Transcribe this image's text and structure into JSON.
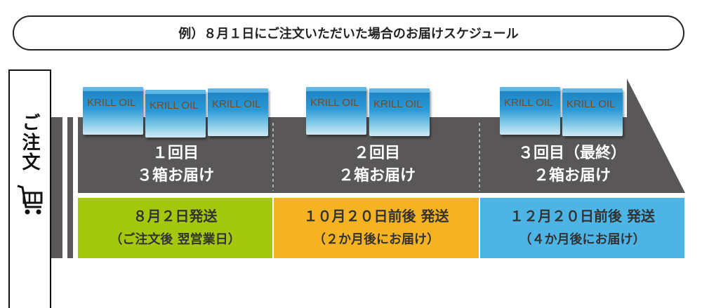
{
  "title": "例）８月１日にご注文いただいた場合のお届けスケジュール",
  "order": {
    "label": "ご注文",
    "icon": "cart-icon"
  },
  "product_logo": "KRILL OIL",
  "stages": [
    {
      "line1": "１回目",
      "line2": "３箱お届け",
      "boxes": 3
    },
    {
      "line1": "２回目",
      "line2": "２箱お届け",
      "boxes": 2
    },
    {
      "line1": "３回目（最終）",
      "line2": "２箱お届け",
      "boxes": 2
    }
  ],
  "shipping": [
    {
      "line1": "８月２日発送",
      "line2": "（ご注文後 翌営業日）",
      "color": "#a4c90c"
    },
    {
      "line1": "１０月２０日前後 発送",
      "line2": "（２か月後にお届け）",
      "color": "#f5b324"
    },
    {
      "line1": "１２月２０日前後 発送",
      "line2": "（４か月後にお届け）",
      "color": "#4db4e6"
    }
  ],
  "colors": {
    "band": "#595757"
  }
}
